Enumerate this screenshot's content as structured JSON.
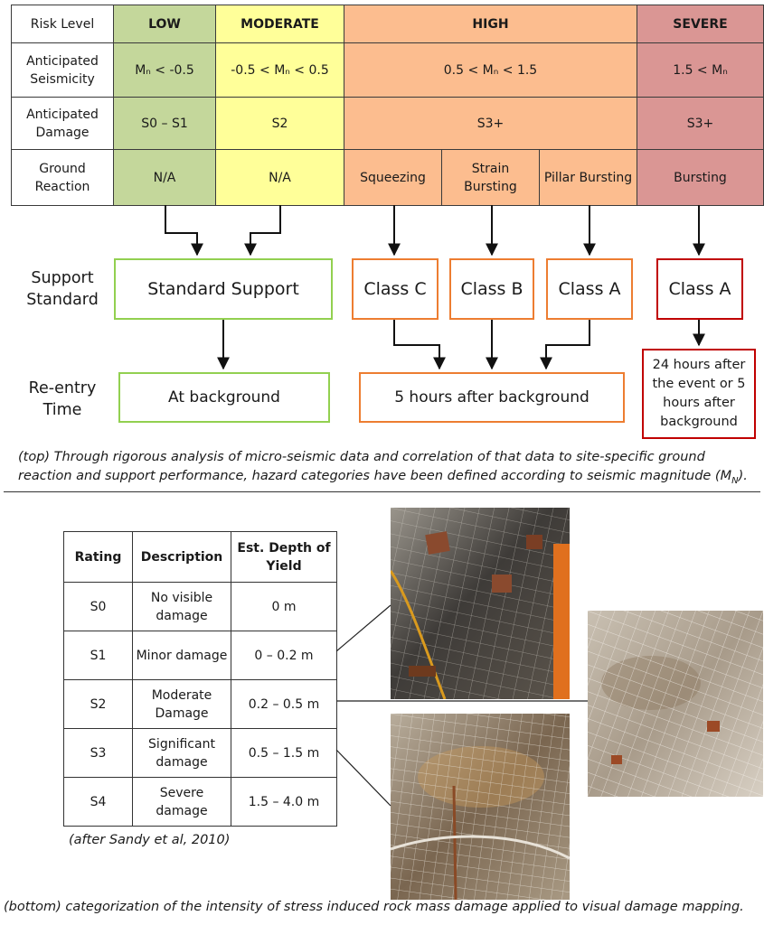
{
  "risk_table": {
    "header_label": "Risk Level",
    "levels": {
      "low": "LOW",
      "moderate": "MODERATE",
      "high": "HIGH",
      "severe": "SEVERE"
    },
    "rows": {
      "seismicity": {
        "label": "Anticipated Seismicity",
        "low": "Mₙ < -0.5",
        "moderate": "-0.5 < Mₙ < 0.5",
        "high": "0.5 < Mₙ < 1.5",
        "severe": "1.5 < Mₙ"
      },
      "damage": {
        "label": "Anticipated Damage",
        "low": "S0 – S1",
        "moderate": "S2",
        "high": "S3+",
        "severe": "S3+"
      },
      "ground": {
        "label": "Ground Reaction",
        "low": "N/A",
        "moderate": "N/A",
        "high_a": "Squeezing",
        "high_b": "Strain Bursting",
        "high_c": "Pillar Bursting",
        "severe": "Bursting"
      }
    }
  },
  "flow": {
    "support_label": "Support Standard",
    "reentry_label": "Re-entry Time",
    "standard_support": "Standard Support",
    "class_c": "Class C",
    "class_b": "Class B",
    "class_a_high": "Class A",
    "class_a_severe": "Class A",
    "at_background": "At background",
    "five_hours": "5 hours after background",
    "severe_reentry": "24 hours after the event or 5 hours after background"
  },
  "captions": {
    "top": "(top) Through rigorous analysis of micro-seismic data and correlation of that data to site-specific ground reaction and support performance, hazard categories have been defined according to seismic magnitude (M",
    "top_sub": "N",
    "top_end": ").",
    "after": "(after Sandy et al, 2010)",
    "bottom": "(bottom) categorization of the intensity of stress induced rock mass damage applied to visual damage mapping."
  },
  "damage_table": {
    "headers": [
      "Rating",
      "Description",
      "Est. Depth of Yield"
    ],
    "rows": [
      [
        "S0",
        "No visible damage",
        "0 m"
      ],
      [
        "S1",
        "Minor damage",
        "0 – 0.2 m"
      ],
      [
        "S2",
        "Moderate Damage",
        "0.2 – 0.5 m"
      ],
      [
        "S3",
        "Significant damage",
        "0.5 – 1.5 m"
      ],
      [
        "S4",
        "Severe damage",
        "1.5 – 4.0 m"
      ]
    ]
  },
  "colors": {
    "low": "#c4d79b",
    "moderate": "#ffff99",
    "high": "#fcbd8f",
    "severe": "#da9694",
    "green_border": "#92d050",
    "orange_border": "#ed7d31",
    "red_border": "#c00000"
  }
}
